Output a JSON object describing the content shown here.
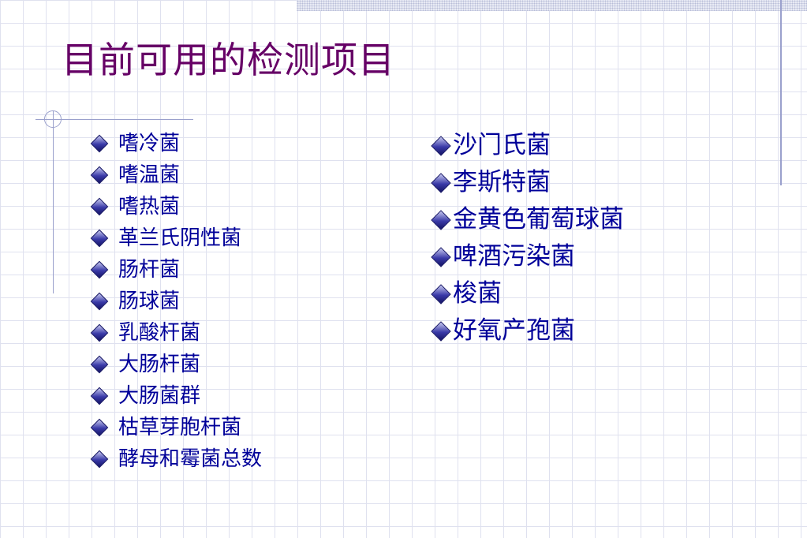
{
  "slide": {
    "title": "目前可用的检测项目",
    "left_items": [
      "嗜冷菌",
      "嗜温菌",
      "嗜热菌",
      "革兰氏阴性菌",
      "肠杆菌",
      "肠球菌",
      "乳酸杆菌",
      "大肠杆菌",
      "大肠菌群",
      "枯草芽胞杆菌",
      "酵母和霉菌总数"
    ],
    "right_items": [
      "沙门氏菌",
      "李斯特菌",
      "金黄色葡萄球菌",
      "啤酒污染菌",
      "梭菌",
      "好氧产孢菌"
    ]
  },
  "colors": {
    "title": "#660066",
    "text": "#000099",
    "grid": "#dfe1ef",
    "ornament": "#9aa0cc"
  },
  "icons": {
    "bullet": "diamond-bullet-icon"
  }
}
